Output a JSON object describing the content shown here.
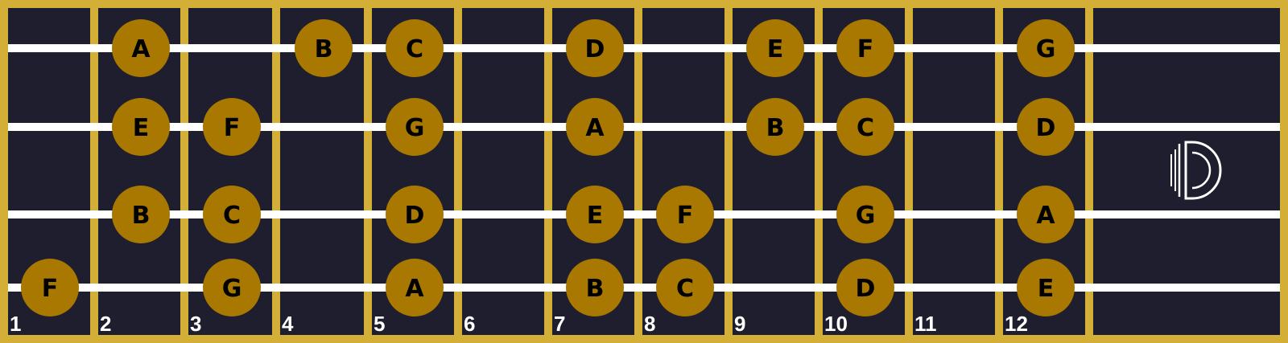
{
  "colors": {
    "frame": "#d4af37",
    "fretboard": "#1e1e2e",
    "string": "#ffffff",
    "note_fill": "#a87800",
    "note_text": "#000000",
    "fret_number_text": "#ffffff",
    "logo": "#ffffff"
  },
  "fret_numbers": [
    "1",
    "2",
    "3",
    "4",
    "5",
    "6",
    "7",
    "8",
    "9",
    "10",
    "11",
    "12"
  ],
  "logo": {
    "icon": "d-logo-icon"
  },
  "strings": [
    {
      "notes": [
        {
          "fret": 2,
          "name": "A"
        },
        {
          "fret": 4,
          "name": "B"
        },
        {
          "fret": 5,
          "name": "C"
        },
        {
          "fret": 7,
          "name": "D"
        },
        {
          "fret": 9,
          "name": "E"
        },
        {
          "fret": 10,
          "name": "F"
        },
        {
          "fret": 12,
          "name": "G"
        }
      ]
    },
    {
      "notes": [
        {
          "fret": 2,
          "name": "E"
        },
        {
          "fret": 3,
          "name": "F"
        },
        {
          "fret": 5,
          "name": "G"
        },
        {
          "fret": 7,
          "name": "A"
        },
        {
          "fret": 9,
          "name": "B"
        },
        {
          "fret": 10,
          "name": "C"
        },
        {
          "fret": 12,
          "name": "D"
        }
      ]
    },
    {
      "notes": [
        {
          "fret": 2,
          "name": "B"
        },
        {
          "fret": 3,
          "name": "C"
        },
        {
          "fret": 5,
          "name": "D"
        },
        {
          "fret": 7,
          "name": "E"
        },
        {
          "fret": 8,
          "name": "F"
        },
        {
          "fret": 10,
          "name": "G"
        },
        {
          "fret": 12,
          "name": "A"
        }
      ]
    },
    {
      "notes": [
        {
          "fret": 1,
          "name": "F"
        },
        {
          "fret": 3,
          "name": "G"
        },
        {
          "fret": 5,
          "name": "A"
        },
        {
          "fret": 7,
          "name": "B"
        },
        {
          "fret": 8,
          "name": "C"
        },
        {
          "fret": 10,
          "name": "D"
        },
        {
          "fret": 12,
          "name": "E"
        }
      ]
    }
  ]
}
